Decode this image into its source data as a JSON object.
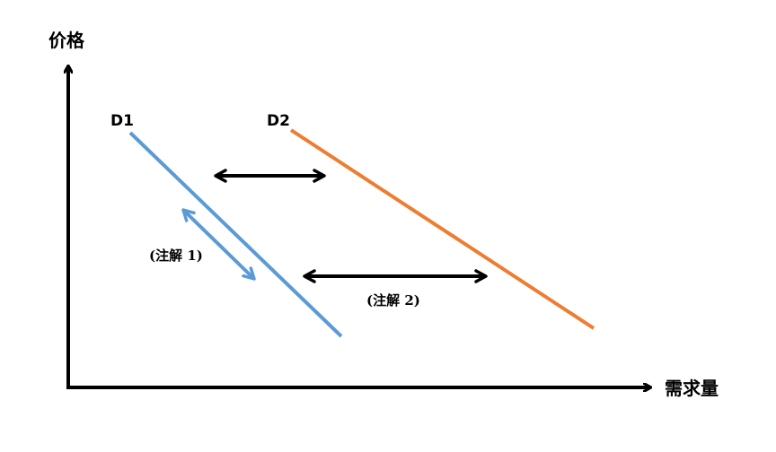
{
  "axes": {
    "y_label": "价格",
    "x_label": "需求量"
  },
  "curves": [
    {
      "label": "D1",
      "color": "#5B9BD5"
    },
    {
      "label": "D2",
      "color": "#ED7D31"
    }
  ],
  "annotations": [
    {
      "label": "(注解 1)"
    },
    {
      "label": "(注解 2)"
    }
  ],
  "colors": {
    "axis": "#000000",
    "arrow": "#000000",
    "note1_arrow": "#5B9BD5"
  }
}
